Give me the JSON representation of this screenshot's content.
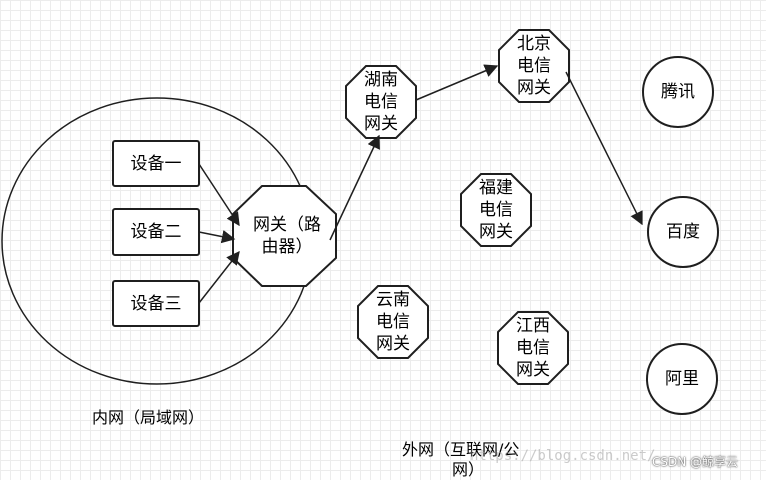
{
  "colors": {
    "stroke": "#1f1f1f",
    "fill": "#ffffff",
    "grid": "#ececec"
  },
  "lan": {
    "caption": "内网（局域网）"
  },
  "wan": {
    "caption_line1": "外网（互联网/公",
    "caption_line2": "网）"
  },
  "nodes": {
    "device1": "设备一",
    "device2": "设备二",
    "device3": "设备三",
    "router": "网关（路\n由器）",
    "hunan": "湖南\n电信\n网关",
    "beijing": "北京\n电信\n网关",
    "fujian": "福建\n电信\n网关",
    "yunnan": "云南\n电信\n网关",
    "jiangxi": "江西\n电信\n网关",
    "tencent": "腾讯",
    "baidu": "百度",
    "alibaba": "阿里"
  },
  "watermark": {
    "text": "CSDN @鲸享云",
    "url": "https://blog.csdn.net/"
  }
}
